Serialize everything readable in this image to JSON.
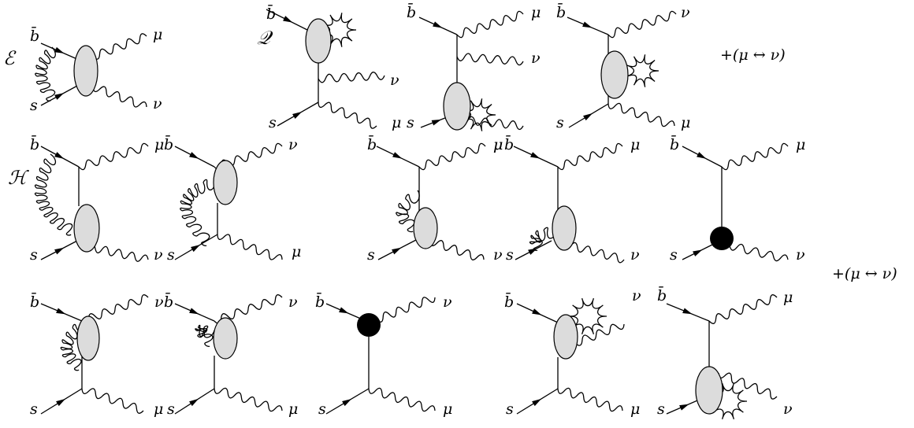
{
  "symbols": {
    "quark_b": "b̄",
    "quark_s": "s",
    "mu": "μ",
    "nu": "ν"
  },
  "class_labels": {
    "E": "ℰ",
    "Q": "𝒬",
    "H": "ℋ"
  },
  "swap_note": "+(μ ↔ ν)",
  "tiny_nu": "ν",
  "colors": {
    "blob": "#dcdcdc",
    "vertex": "#000000",
    "line": "#000000"
  }
}
